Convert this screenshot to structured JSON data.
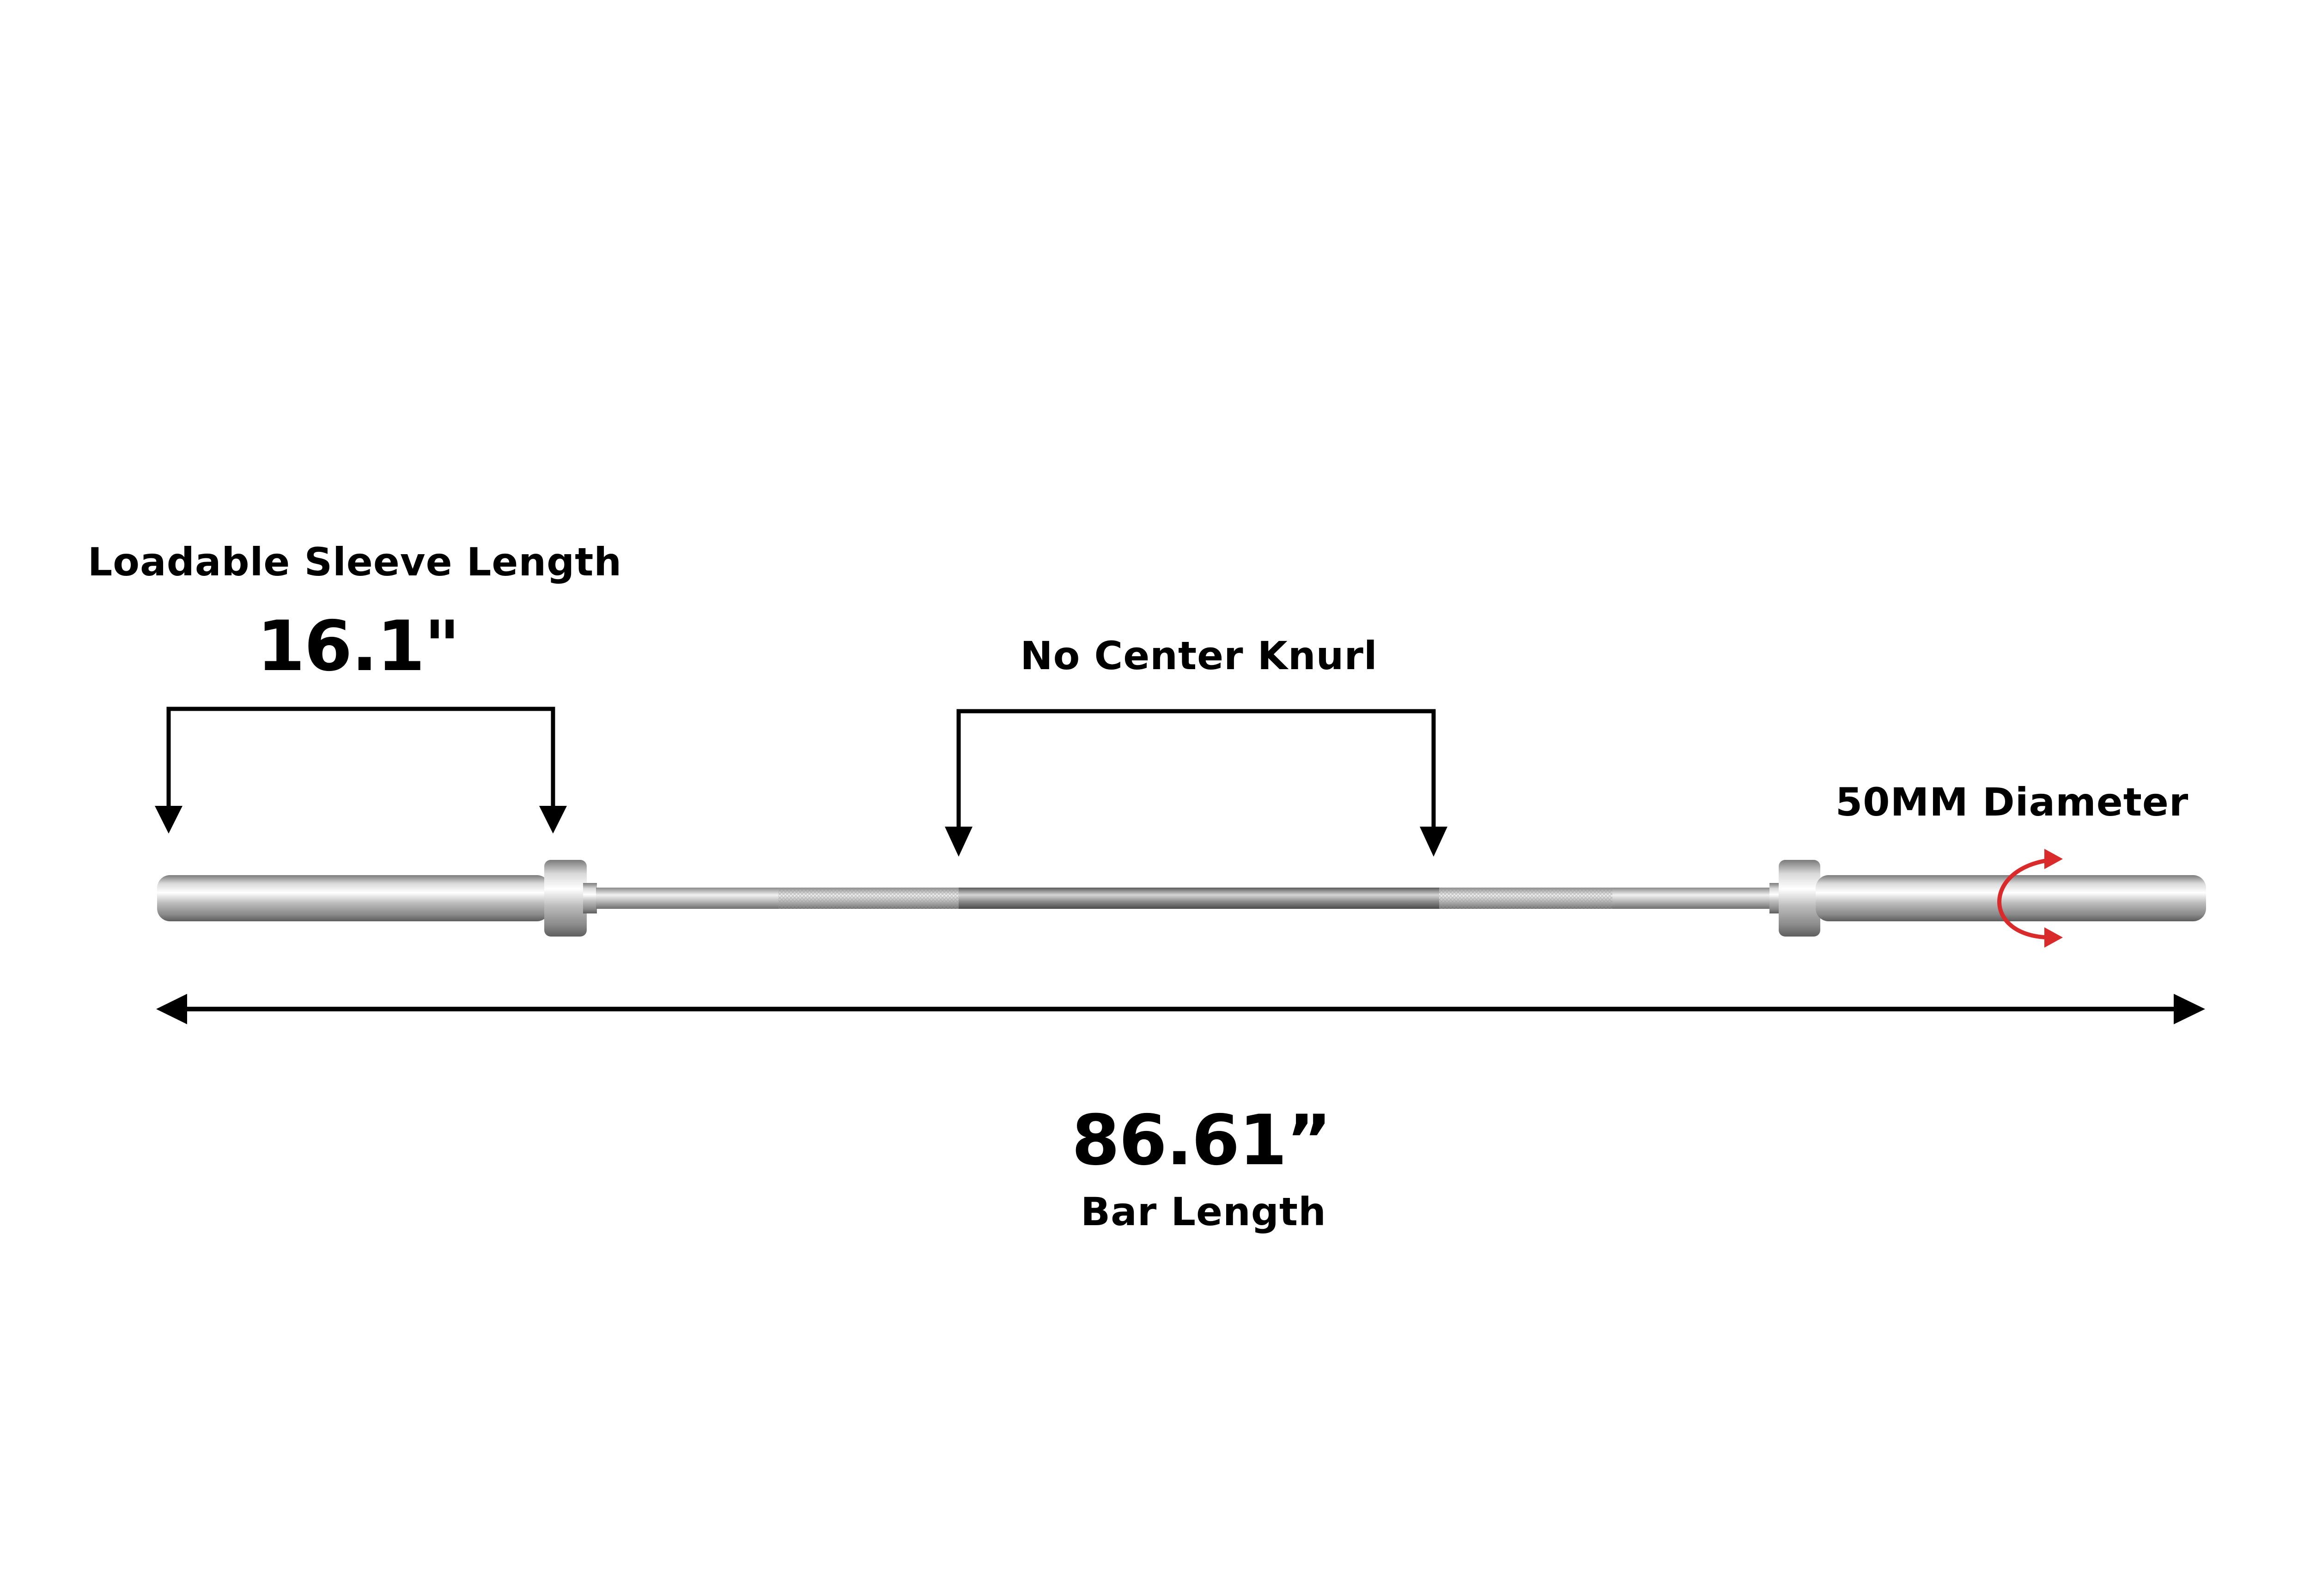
{
  "sleeve": {
    "label": "Loadable Sleeve Length",
    "value": "16.1\""
  },
  "knurl": {
    "label": "No Center Knurl"
  },
  "diameter": {
    "label": "50MM Diameter"
  },
  "bar_length": {
    "value": "86.61”",
    "label": "Bar Length"
  },
  "colors": {
    "arrow": "#000000",
    "rotation_arrow": "#d92b2b",
    "steel_light": "#f4f4f4",
    "steel_dark": "#8d8d8d"
  },
  "icons": [
    "dimension-arrow",
    "rotation-arrow-icon"
  ]
}
